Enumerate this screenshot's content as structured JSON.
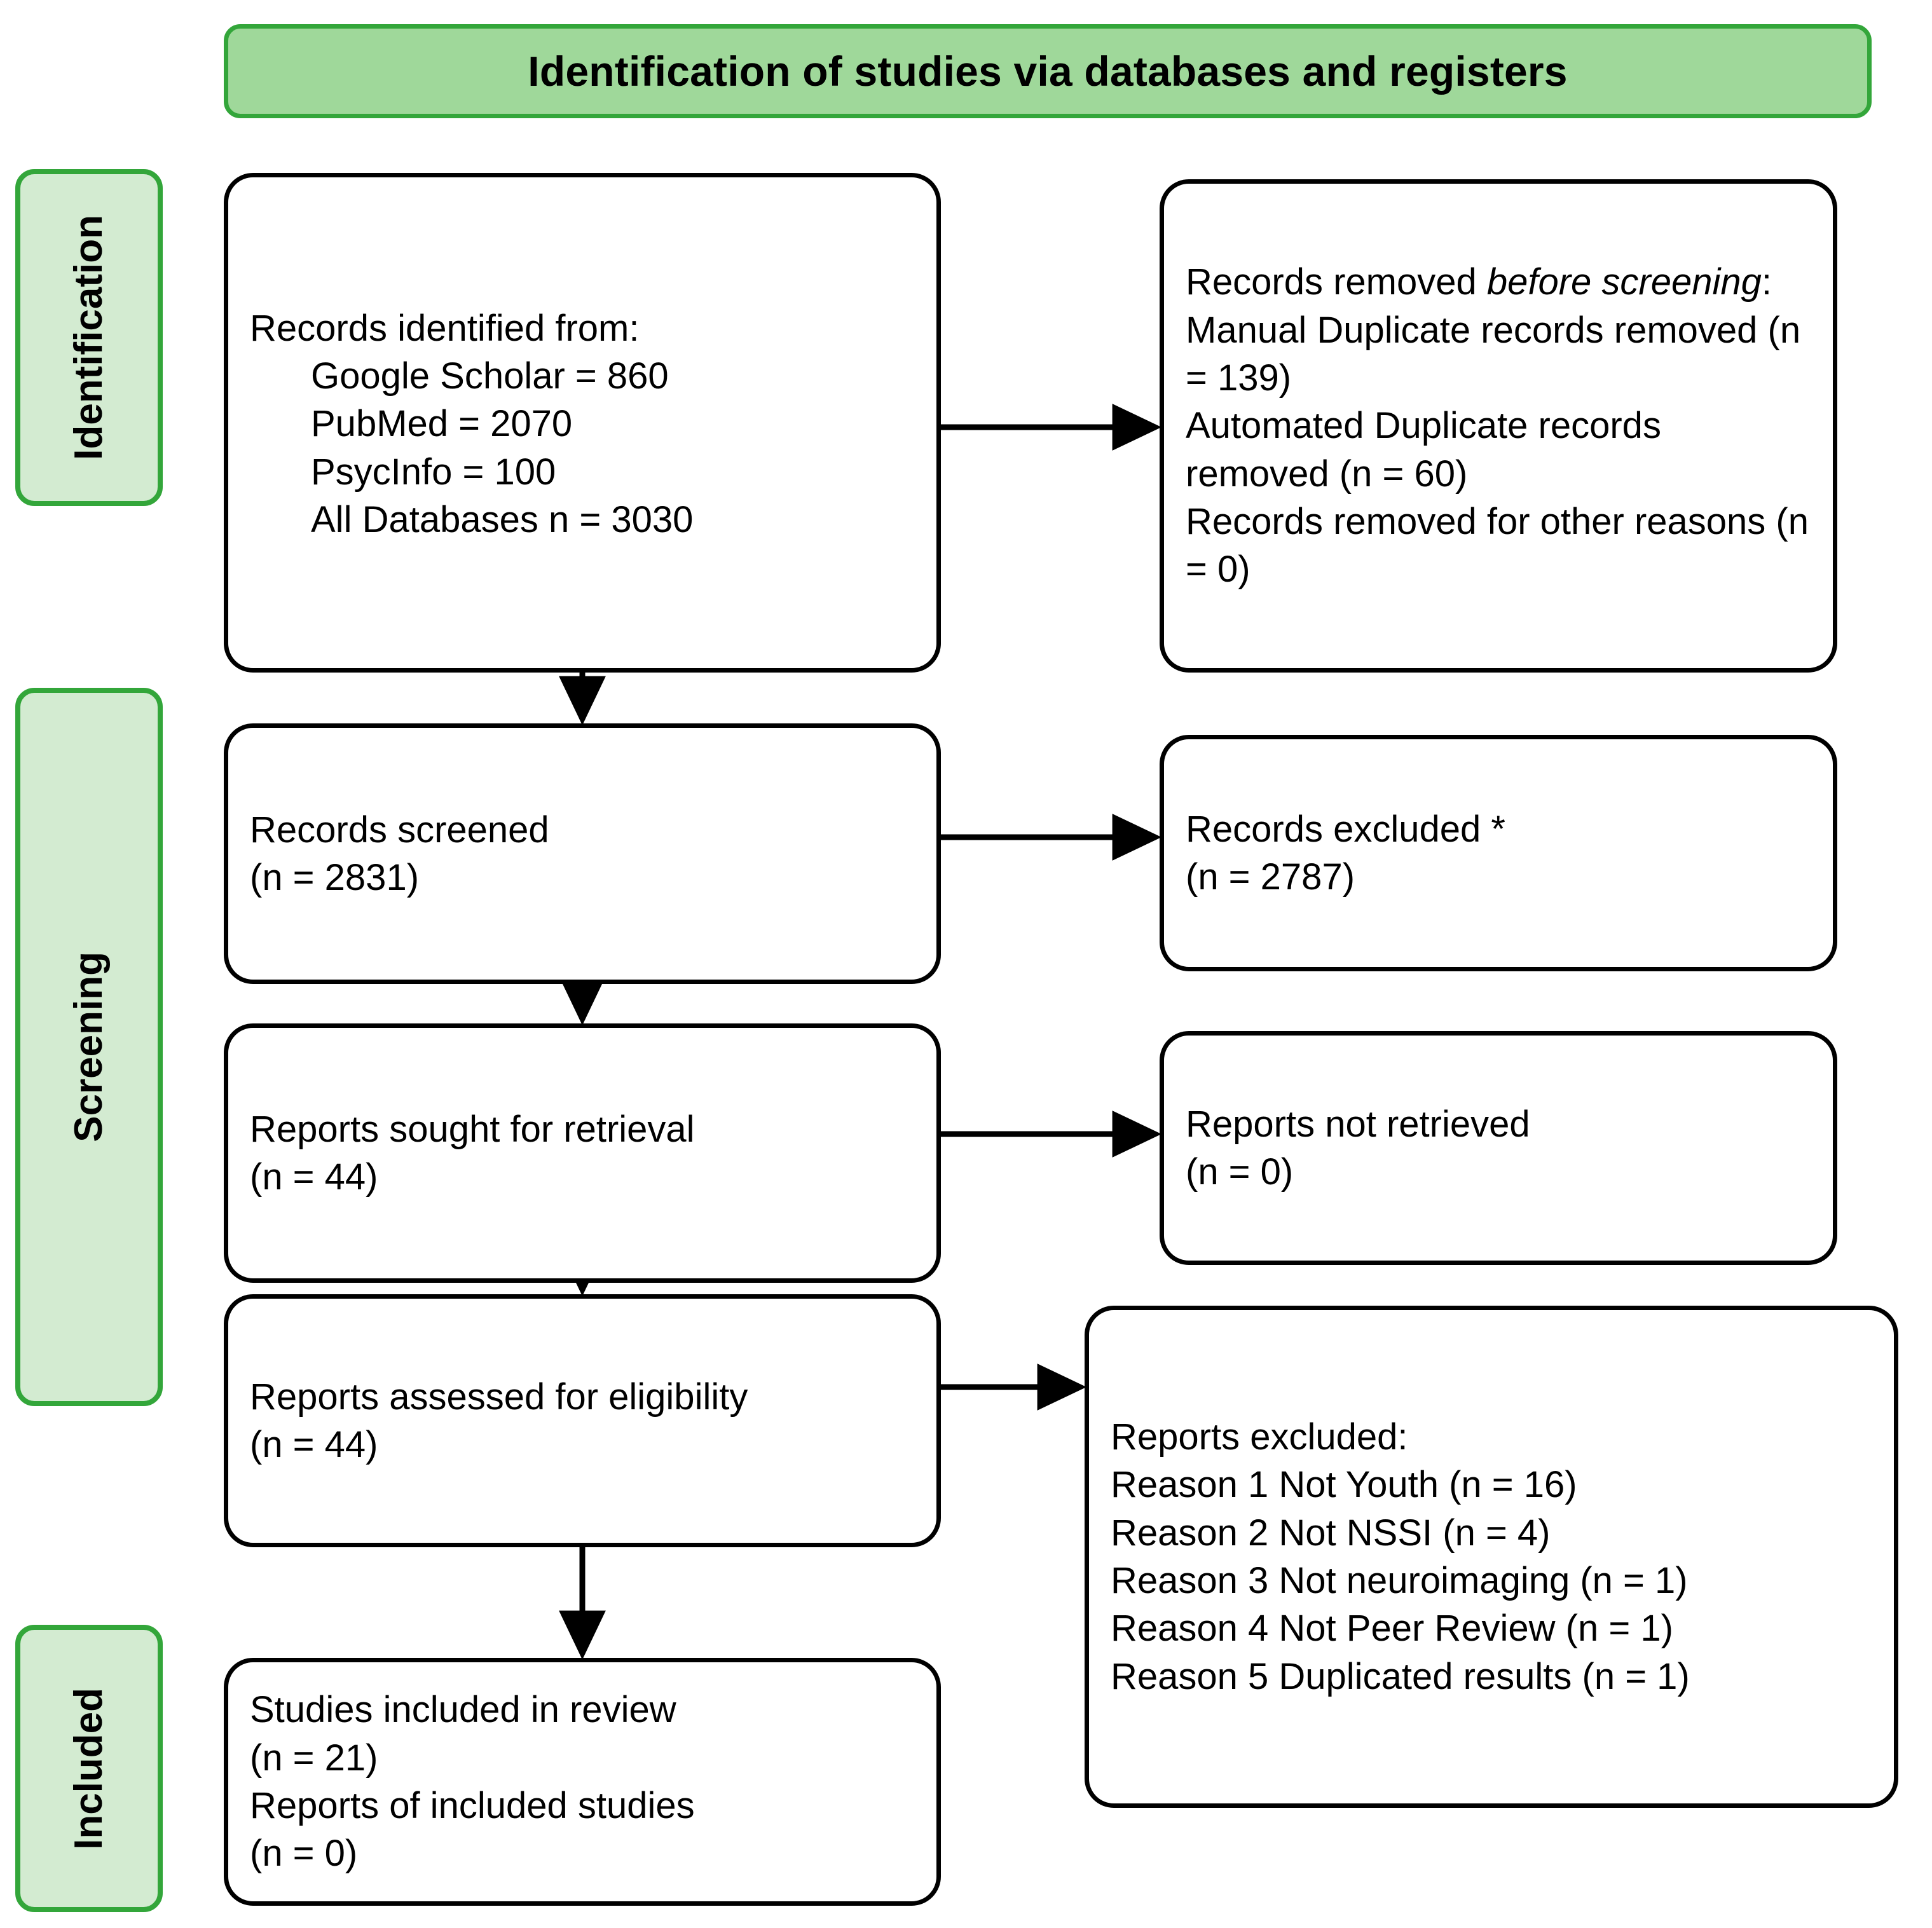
{
  "header": {
    "title": "Identification of studies via databases and registers"
  },
  "sidebar": {
    "items": [
      {
        "id": "identification",
        "label": "Identification"
      },
      {
        "id": "screening",
        "label": "Screening"
      },
      {
        "id": "included",
        "label": "Included"
      }
    ]
  },
  "flow": {
    "identified": {
      "title": "Records identified from:",
      "sources": [
        "Google Scholar = 860",
        "PubMed = 2070",
        "PsycInfo = 100",
        "All Databases n = 3030"
      ]
    },
    "removed_before_screening": {
      "title_plain": "Records removed ",
      "title_italic": "before screening",
      "title_colon": ":",
      "lines": [
        "Manual Duplicate records removed (n = 139)",
        "Automated Duplicate records removed (n = 60)",
        "Records removed for other reasons (n = 0)"
      ]
    },
    "screened": {
      "label": "Records screened",
      "count": "(n = 2831)"
    },
    "records_excluded": {
      "label": "Records excluded *",
      "count": "(n = 2787)"
    },
    "sought": {
      "label": "Reports sought for retrieval",
      "count": "(n = 44)"
    },
    "not_retrieved": {
      "label": "Reports not retrieved",
      "count": "(n = 0)"
    },
    "assessed": {
      "label": "Reports assessed for eligibility",
      "count": "(n = 44)"
    },
    "reports_excluded": {
      "title": "Reports excluded:",
      "reasons": [
        "Reason 1 Not Youth (n = 16)",
        "Reason 2 Not NSSI (n = 4)",
        "Reason 3 Not neuroimaging (n = 1)",
        "Reason 4 Not Peer Review (n = 1)",
        "Reason 5 Duplicated results (n = 1)"
      ]
    },
    "included": {
      "studies_label": "Studies included in review",
      "studies_count": "(n = 21)",
      "reports_label": "Reports of included studies",
      "reports_count": "(n = 0)"
    }
  },
  "colors": {
    "banner_fill": "#9FD89A",
    "tab_fill": "#D3EBD1",
    "green_border": "#33A63A",
    "box_border": "#000000",
    "text": "#000000"
  }
}
